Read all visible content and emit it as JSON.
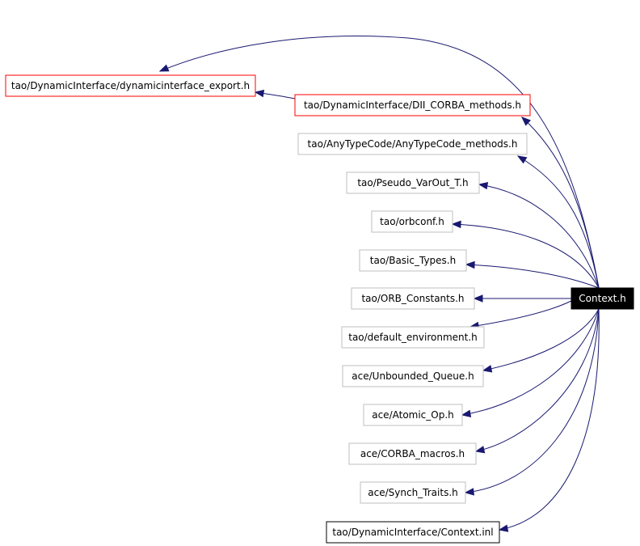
{
  "root": {
    "label": "Context.h",
    "style": "root"
  },
  "nodes": [
    {
      "id": "n0",
      "label": "tao/DynamicInterface/dynamicinterface_export.h",
      "style": "red"
    },
    {
      "id": "n1",
      "label": "tao/DynamicInterface/DII_CORBA_methods.h",
      "style": "red"
    },
    {
      "id": "n2",
      "label": "tao/AnyTypeCode/AnyTypeCode_methods.h",
      "style": "grey"
    },
    {
      "id": "n3",
      "label": "tao/Pseudo_VarOut_T.h",
      "style": "grey"
    },
    {
      "id": "n4",
      "label": "tao/orbconf.h",
      "style": "grey"
    },
    {
      "id": "n5",
      "label": "tao/Basic_Types.h",
      "style": "grey"
    },
    {
      "id": "n6",
      "label": "tao/ORB_Constants.h",
      "style": "grey"
    },
    {
      "id": "n7",
      "label": "tao/default_environment.h",
      "style": "grey"
    },
    {
      "id": "n8",
      "label": "ace/Unbounded_Queue.h",
      "style": "grey"
    },
    {
      "id": "n9",
      "label": "ace/Atomic_Op.h",
      "style": "grey"
    },
    {
      "id": "n10",
      "label": "ace/CORBA_macros.h",
      "style": "grey"
    },
    {
      "id": "n11",
      "label": "ace/Synch_Traits.h",
      "style": "grey"
    },
    {
      "id": "n12",
      "label": "tao/DynamicInterface/Context.inl",
      "style": "black"
    }
  ],
  "edges": [
    {
      "from": "root",
      "to": "n0"
    },
    {
      "from": "n1",
      "to": "n0"
    },
    {
      "from": "root",
      "to": "n1"
    },
    {
      "from": "root",
      "to": "n2"
    },
    {
      "from": "root",
      "to": "n3"
    },
    {
      "from": "root",
      "to": "n4"
    },
    {
      "from": "root",
      "to": "n5"
    },
    {
      "from": "root",
      "to": "n6"
    },
    {
      "from": "root",
      "to": "n7"
    },
    {
      "from": "root",
      "to": "n8"
    },
    {
      "from": "root",
      "to": "n9"
    },
    {
      "from": "root",
      "to": "n10"
    },
    {
      "from": "root",
      "to": "n11"
    },
    {
      "from": "root",
      "to": "n12"
    }
  ],
  "colors": {
    "edge": "#191970",
    "red_border": "#ff0000",
    "grey_border": "#bfbfbf",
    "black_border": "#000000",
    "root_fill": "#000000",
    "root_text": "#ffffff"
  }
}
